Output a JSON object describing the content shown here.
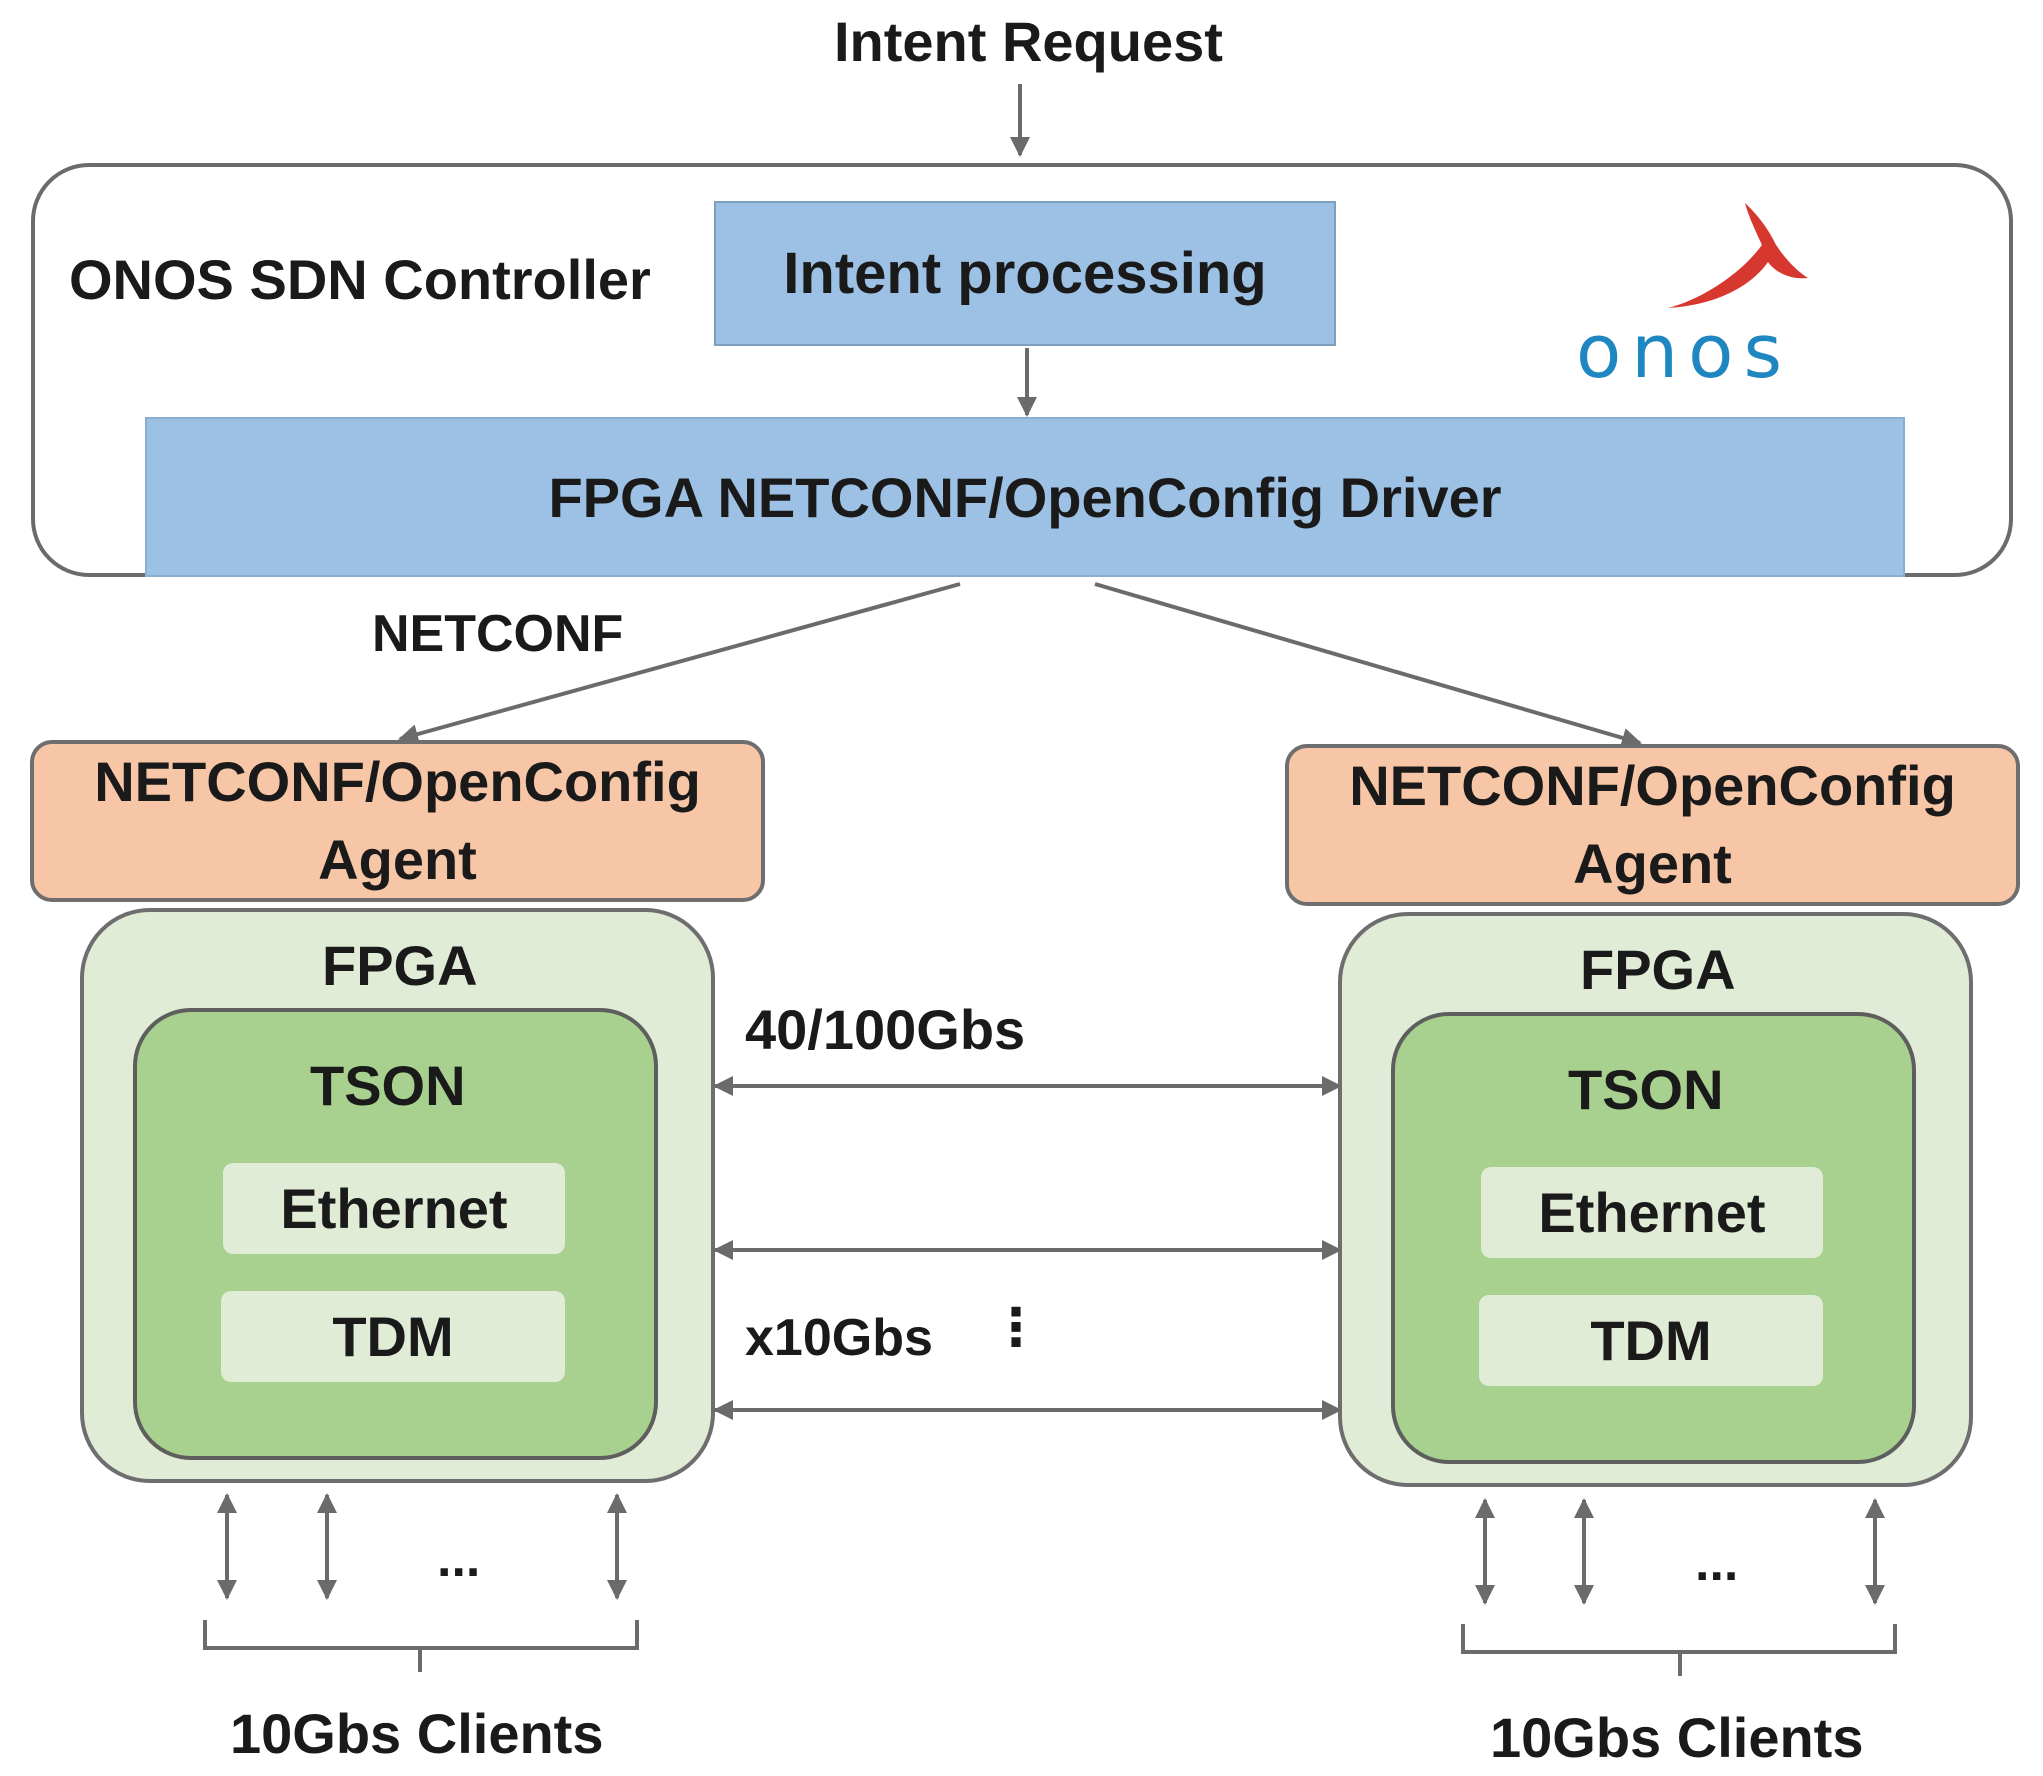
{
  "intent_request": "Intent Request",
  "controller": {
    "label": "ONOS SDN Controller",
    "intent_processing": "Intent processing",
    "driver": "FPGA NETCONF/OpenConfig Driver",
    "logo_text": "onos"
  },
  "protocol_label": "NETCONF",
  "left_node": {
    "agent_line1": "NETCONF/OpenConfig",
    "agent_line2": "Agent",
    "fpga": "FPGA",
    "tson": "TSON",
    "ethernet": "Ethernet",
    "tdm": "TDM",
    "clients_ellipsis": "...",
    "clients_label": "10Gbs Clients"
  },
  "right_node": {
    "agent_line1": "NETCONF/OpenConfig",
    "agent_line2": "Agent",
    "fpga": "FPGA",
    "tson": "TSON",
    "ethernet": "Ethernet",
    "tdm": "TDM",
    "clients_ellipsis": "...",
    "clients_label": "10Gbs Clients"
  },
  "links": {
    "top_link": "40/100Gbs",
    "bottom_link": "x10Gbs",
    "vertical_ellipsis": "⋮"
  },
  "colors": {
    "line": "#6b6b6b",
    "blue_box": "#9cc1e4",
    "agent_box": "#f7c6a6",
    "fpga_box": "#e1ecd7",
    "tson_box": "#a8d08e",
    "onos_red": "#d6372e",
    "onos_blue": "#1e86c0"
  }
}
